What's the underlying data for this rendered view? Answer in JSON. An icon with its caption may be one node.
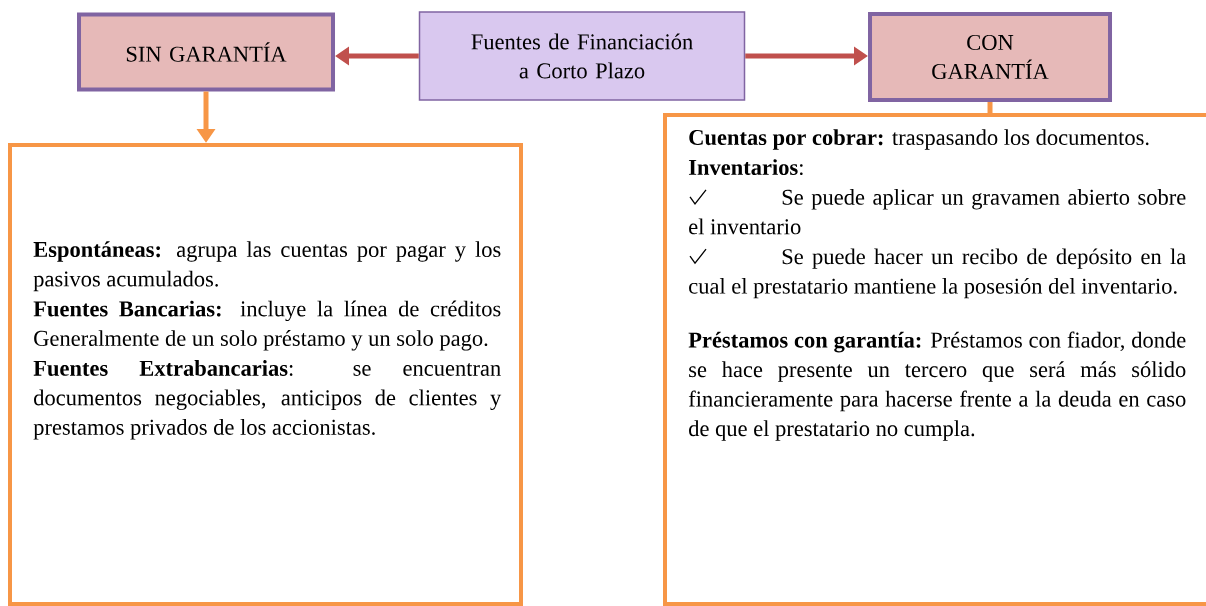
{
  "diagram": {
    "nodes": [
      {
        "text": [
          "Fuentes de Financiación a Corto Plazo"
        ]
      },
      {
        "text": [
          "SIN GARANTÍA"
        ]
      },
      {
        "text": [
          "CON GARANTÍA"
        ]
      },
      {
        "text": [
          "**Espontáneas:** agrupa las cuentas por pagar y los pasivos acumulados.",
          "**Fuentes Bancarias:** incluye la línea de créditos Generalmente de un solo préstamo y un solo pago.",
          "**Fuentes Extrabancarias**: se encuentran documentos negociables, anticipos de clientes y prestamos privados de los accionistas."
        ]
      },
      {
        "text": [
          "**Cuentas por cobrar:** traspasando los documentos.",
          "**Inventarios**:",
          "Se puede aplicar un gravamen abierto sobre el inventario",
          "Se puede hacer un recibo de depósito en la cual el prestatario mantiene la posesión del inventario.",
          "**Préstamos con garantía:** Préstamos con fiador, donde se hace presente un tercero que será más sólido financieramente para hacerse frente a la deuda en caso de que el prestatario no cumpla."
        ]
      }
    ],
    "edges": [
      {
        "from": 0,
        "to": 1,
        "arrow": "to"
      },
      {
        "from": 0,
        "to": 2,
        "arrow": "to"
      },
      {
        "from": 1,
        "to": 3,
        "arrow": "to",
        "color": "#f79646"
      },
      {
        "from": 2,
        "to": 4,
        "arrow": "none",
        "color": "#f79646"
      }
    ]
  }
}
